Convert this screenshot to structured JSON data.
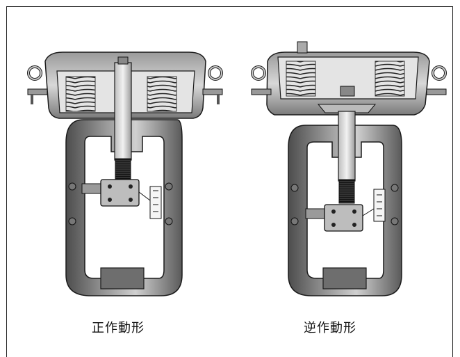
{
  "captions": {
    "left": "正作動形",
    "right": "逆作動形"
  },
  "colors": {
    "outline": "#1a1a1a",
    "metal_dark": "#5b5b5b",
    "metal_mid": "#8a8a8a",
    "metal_light": "#c9c9c9",
    "housing_fill": "#d6d6d6",
    "spring": "#2a2a2a",
    "background": "#ffffff"
  },
  "icons": {
    "left": "direct-acting-actuator-illustration",
    "right": "reverse-acting-actuator-illustration"
  }
}
